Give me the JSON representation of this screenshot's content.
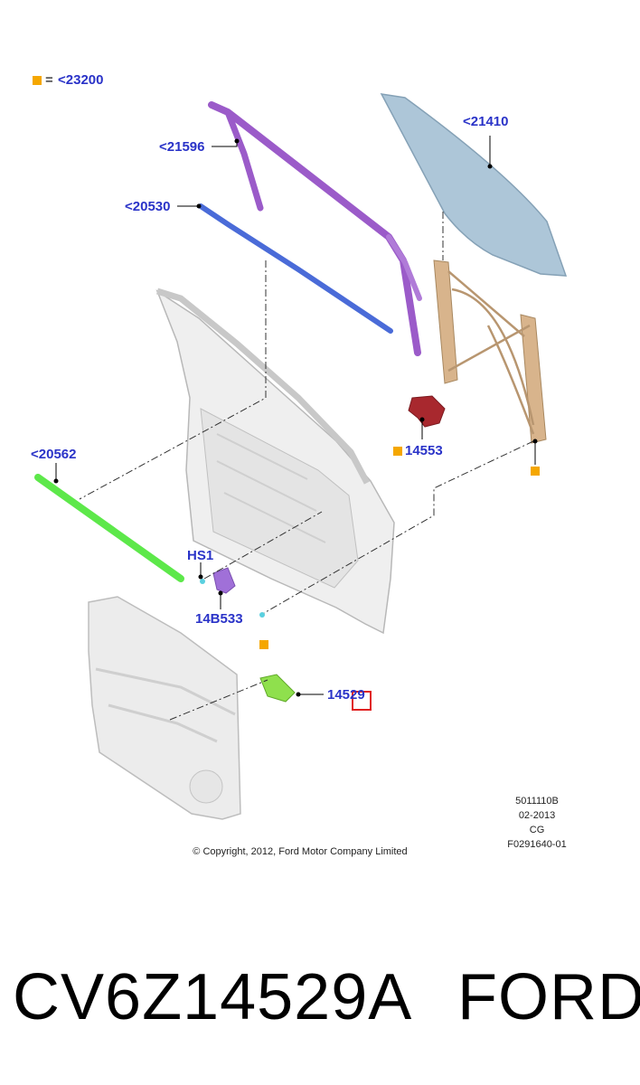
{
  "legend": {
    "marker_color": "#f5a700",
    "text": "=",
    "ref": "<23200"
  },
  "callouts": {
    "c21410": "<21410",
    "c21596": "<21596",
    "c20530": "<20530",
    "c20562": "<20562",
    "c14553": "14553",
    "hs1": "HS1",
    "c14b533": "14B533",
    "c14529": "14529"
  },
  "meta": {
    "code": "5011110B",
    "date": "02-2013",
    "cg": "CG",
    "figure": "F0291640-01"
  },
  "copyright": "© Copyright, 2012, Ford Motor Company Limited",
  "footer": {
    "part_number": "CV6Z14529A",
    "brand": "FORD"
  },
  "colors": {
    "label": "#2a33c8",
    "marker": "#f5a700",
    "glass": "#a9c3d6",
    "run_channel": "#9b5bc9",
    "belt_weatherstrip": "#4a6bd8",
    "outer_strip": "#5de84a",
    "regulator": "#d8b48c",
    "motor": "#a8282e",
    "switch": "#8fe04d",
    "highlight_box": "#e02020"
  }
}
